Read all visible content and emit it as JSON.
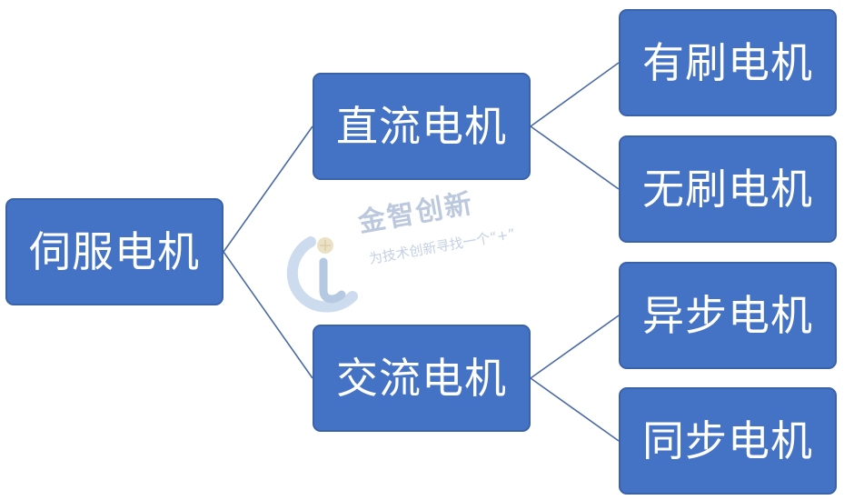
{
  "diagram": {
    "root": {
      "label": "伺服电机"
    },
    "branches": [
      {
        "label": "直流电机",
        "children": [
          {
            "label": "有刷电机"
          },
          {
            "label": "无刷电机"
          }
        ]
      },
      {
        "label": "交流电机",
        "children": [
          {
            "label": "异步电机"
          },
          {
            "label": "同步电机"
          }
        ]
      }
    ]
  },
  "watermark": {
    "name": "金智创新",
    "slogan": "为技术创新寻找一个“+”"
  },
  "colors": {
    "node_fill": "#4472c4",
    "node_border": "#3a62a8",
    "node_text": "#ffffff",
    "connector": "#4a6aa5",
    "watermark": "#7b93bd"
  }
}
